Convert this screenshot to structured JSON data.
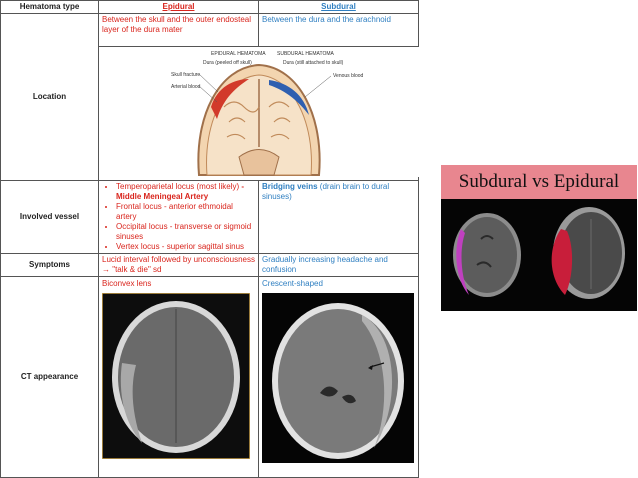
{
  "table": {
    "header": {
      "col0": "Hematoma type",
      "col1": "Epidural",
      "col2": "Subdural"
    },
    "location": {
      "label": "Location",
      "epidural": "Between the skull and the outer endosteal layer of the dura mater",
      "subdural": "Between the dura and the arachnoid",
      "figure": {
        "epidural_title": "EPIDURAL HEMATOMA",
        "subdural_title": "SUBDURAL HEMATOMA",
        "dura_peeled": "Dura (peeled off skull)",
        "dura_attached": "Dura (still attached to skull)",
        "skull_fracture": "Skull fracture",
        "arterial_blood": "Arterial blood",
        "venous_blood": "Venous blood"
      }
    },
    "vessel": {
      "label": "Involved vessel",
      "epidural_items": [
        "Temperoparietal locus (most likely) ",
        "Frontal locus - anterior ethmoidal artery",
        "Occipital locus - transverse or sigmoid sinuses",
        "Vertex locus - superior sagittal sinus"
      ],
      "epidural_highlight": "- Middle Meningeal Artery",
      "subdural_bold": "Bridging veins",
      "subdural_rest": " (drain brain to dural sinuses)"
    },
    "symptoms": {
      "label": "Symptoms",
      "epidural": "Lucid interval followed by unconsciousness → \"talk & die\" sd",
      "subdural": "Gradually increasing headache and confusion"
    },
    "ct": {
      "label": "CT appearance",
      "epidural": "Biconvex lens",
      "subdural": "Crescent-shaped"
    }
  },
  "side_image": {
    "title": "Subdural vs Epidural"
  },
  "colors": {
    "epidural": "#d9251d",
    "subdural": "#2f7fc1",
    "side_title_bg": "#e8868f"
  }
}
